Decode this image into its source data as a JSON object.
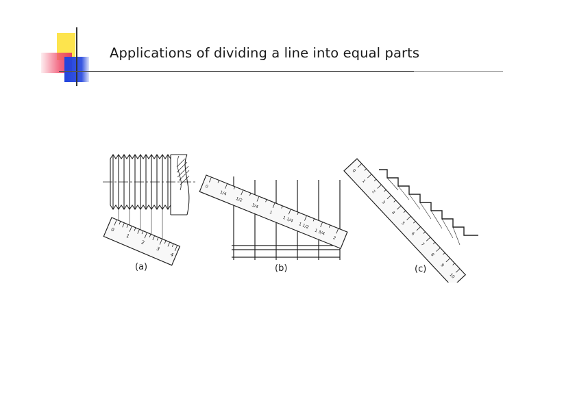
{
  "slide": {
    "title": "Applications of dividing a line into equal parts"
  },
  "colors": {
    "logo_yellow": "#fde44d",
    "logo_red": "#f0506e",
    "logo_blue": "#2244dd"
  },
  "figure": {
    "captions": [
      "(a)",
      "(b)",
      "(c)"
    ],
    "ruler_a_labels": [
      "0",
      "1",
      "2",
      "3",
      "4"
    ],
    "ruler_b_labels": [
      "0",
      "1/4",
      "1/2",
      "3/4",
      "1",
      "1 1/4",
      "1 1/2",
      "1 3/4",
      "2"
    ],
    "ruler_c_labels": [
      "0",
      "1",
      "2",
      "3",
      "4",
      "5",
      "6",
      "7",
      "8",
      "9",
      "10"
    ]
  }
}
